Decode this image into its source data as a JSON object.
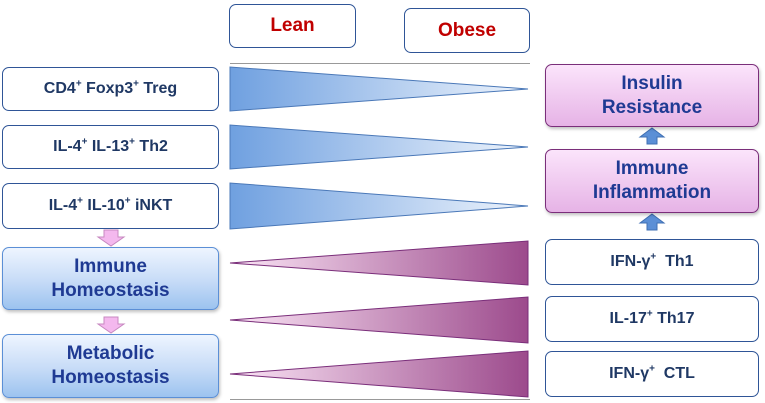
{
  "header": {
    "lean": "Lean",
    "obese": "Obese"
  },
  "left": {
    "treg": {
      "a": "CD4",
      "a_sup": "+",
      "b": " Foxp3",
      "b_sup": "+",
      "c": " Treg"
    },
    "th2": {
      "a": "IL-4",
      "a_sup": "+",
      "b": " IL-13",
      "b_sup": "+",
      "c": " Th2"
    },
    "inkt": {
      "a": "IL-4",
      "a_sup": "+",
      "b": " IL-10",
      "b_sup": "+",
      "c": " iNKT"
    },
    "immune_homeostasis": {
      "line1": "Immune",
      "line2": "Homeostasis"
    },
    "metabolic_homeostasis": {
      "line1": "Metabolic",
      "line2": "Homeostasis"
    }
  },
  "right": {
    "insulin_resistance": {
      "line1": "Insulin",
      "line2": "Resistance"
    },
    "immune_inflammation": {
      "line1": "Immune",
      "line2": "Inflammation"
    },
    "th1": {
      "a": "IFN-γ",
      "a_sup": "+",
      "b": "  Th1"
    },
    "th17": {
      "a": "IL-17",
      "a_sup": "+",
      "b": " Th17"
    },
    "ctl": {
      "a": "IFN-γ",
      "a_sup": "+",
      "b": "  CTL"
    }
  },
  "colors": {
    "lean_wedge": "#6fa0e0",
    "obese_wedge": "#9c4a8c",
    "header_text": "#c00000",
    "arrow_blue": "#5b8fd6",
    "arrow_pink": "#f4b8ee"
  }
}
